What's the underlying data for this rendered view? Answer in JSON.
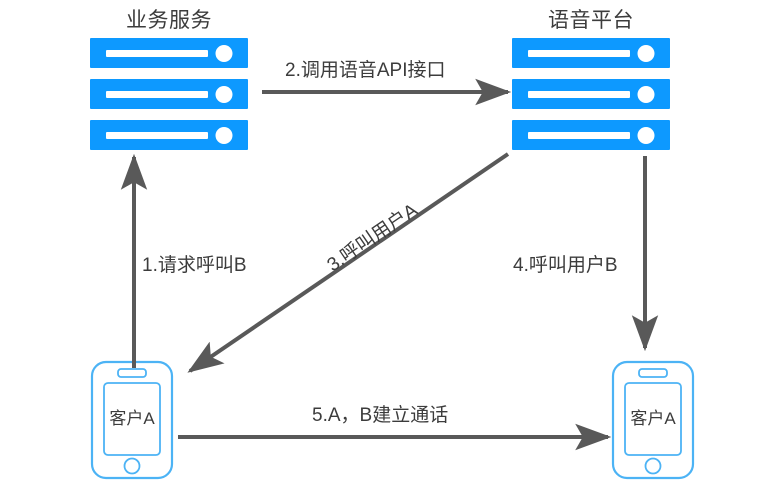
{
  "diagram": {
    "title_business_server": "业务服务",
    "title_voice_platform": "语音平台",
    "phone_left_label": "客户A",
    "phone_right_label": "客户A",
    "steps": {
      "step1": "1.请求呼叫B",
      "step2": "2.调用语音API接口",
      "step3": "3.呼叫用户A",
      "step4": "4.呼叫用户B",
      "step5": "5.A，B建立通话"
    },
    "colors": {
      "server_blue": "#0d99ff",
      "phone_outline": "#4cb3f5",
      "arrow_gray": "#595959",
      "text_dark": "#3c3c3c",
      "background": "#ffffff"
    }
  }
}
